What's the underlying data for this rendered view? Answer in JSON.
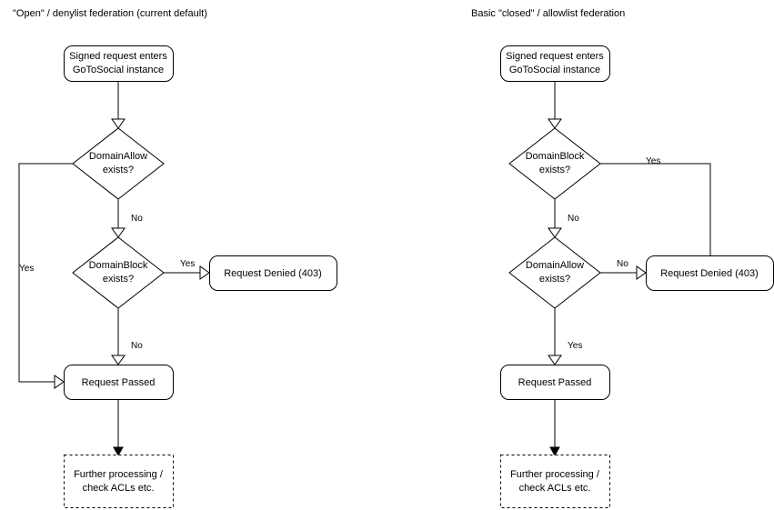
{
  "panels": [
    {
      "id": "open-denylist",
      "title": "\"Open\" / denylist federation (current default)",
      "nodes": {
        "start": {
          "label_line1": "Signed request enters",
          "label_line2": "GoToSocial instance",
          "shape": "rounded-rect"
        },
        "decision1": {
          "label_line1": "DomainAllow",
          "label_line2": "exists?",
          "shape": "diamond"
        },
        "decision2": {
          "label_line1": "DomainBlock",
          "label_line2": "exists?",
          "shape": "diamond"
        },
        "denied": {
          "label": "Request Denied (403)",
          "shape": "rounded-rect"
        },
        "passed": {
          "label": "Request Passed",
          "shape": "rounded-rect"
        },
        "further": {
          "label_line1": "Further processing /",
          "label_line2": "check ACLs etc.",
          "shape": "dashed-rect"
        }
      },
      "edges": [
        {
          "from": "start",
          "to": "decision1",
          "label": ""
        },
        {
          "from": "decision1",
          "to": "passed",
          "label": "Yes"
        },
        {
          "from": "decision1",
          "to": "decision2",
          "label": "No"
        },
        {
          "from": "decision2",
          "to": "denied",
          "label": "Yes"
        },
        {
          "from": "decision2",
          "to": "passed",
          "label": "No"
        },
        {
          "from": "passed",
          "to": "further",
          "label": ""
        }
      ]
    },
    {
      "id": "closed-allowlist",
      "title": "Basic \"closed\" / allowlist federation",
      "nodes": {
        "start": {
          "label_line1": "Signed request enters",
          "label_line2": "GoToSocial instance",
          "shape": "rounded-rect"
        },
        "decision1": {
          "label_line1": "DomainBlock",
          "label_line2": "exists?",
          "shape": "diamond"
        },
        "decision2": {
          "label_line1": "DomainAllow",
          "label_line2": "exists?",
          "shape": "diamond"
        },
        "denied": {
          "label": "Request Denied (403)",
          "shape": "rounded-rect"
        },
        "passed": {
          "label": "Request Passed",
          "shape": "rounded-rect"
        },
        "further": {
          "label_line1": "Further processing /",
          "label_line2": "check ACLs etc.",
          "shape": "dashed-rect"
        }
      },
      "edges": [
        {
          "from": "start",
          "to": "decision1",
          "label": ""
        },
        {
          "from": "decision1",
          "to": "denied",
          "label": "Yes"
        },
        {
          "from": "decision1",
          "to": "decision2",
          "label": "No"
        },
        {
          "from": "decision2",
          "to": "denied",
          "label": "No"
        },
        {
          "from": "decision2",
          "to": "passed",
          "label": "Yes"
        },
        {
          "from": "passed",
          "to": "further",
          "label": ""
        }
      ]
    }
  ],
  "style": {
    "stroke_color": "#000000",
    "fill_color": "#ffffff",
    "background": "#ffffff"
  }
}
